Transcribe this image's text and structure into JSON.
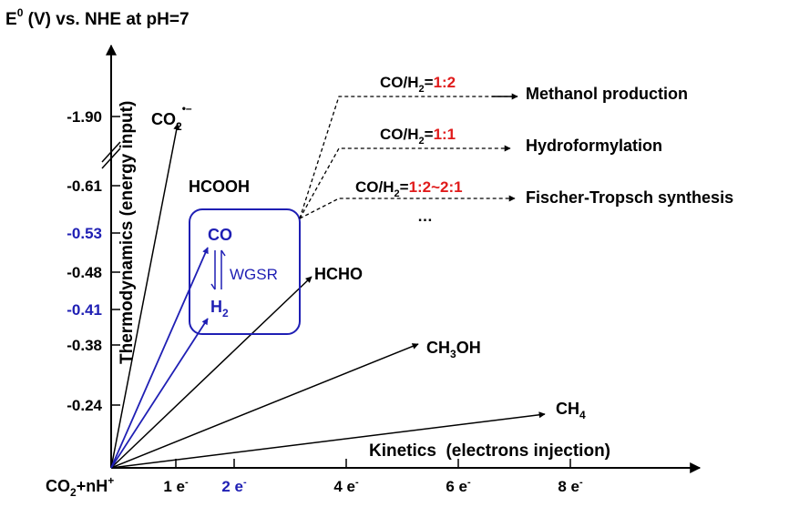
{
  "colors": {
    "black": "#000000",
    "blue": "#1f1fb4",
    "red": "#e01b1b"
  },
  "y_axis": {
    "title_main": "E",
    "title_sup": "0",
    "title_rest": " (V) vs. NHE at pH=7",
    "side_label": "Thermodynamics (energy input)",
    "ticks": [
      {
        "label": "-1.90",
        "color": "black"
      },
      {
        "label": "-0.61",
        "color": "black"
      },
      {
        "label": "-0.53",
        "color": "blue"
      },
      {
        "label": "-0.48",
        "color": "black"
      },
      {
        "label": "-0.41",
        "color": "blue"
      },
      {
        "label": "-0.38",
        "color": "black"
      },
      {
        "label": "-0.24",
        "color": "black"
      }
    ]
  },
  "x_axis": {
    "title": "Kinetics  (electrons injection)",
    "origin_main": "CO",
    "origin_sub": "2",
    "origin_rest": "+nH",
    "origin_sup": "+",
    "ticks": [
      {
        "num": "1",
        "color": "black"
      },
      {
        "num": "2",
        "color": "blue"
      },
      {
        "num": "4",
        "color": "black"
      },
      {
        "num": "6",
        "color": "black"
      },
      {
        "num": "8",
        "color": "black"
      }
    ],
    "tick_unit": " e",
    "tick_sup": "-"
  },
  "products": {
    "co2_radical": {
      "main": "CO",
      "sub": "2",
      "sup": "•–"
    },
    "hcooh": "HCOOH",
    "co": "CO",
    "h2": {
      "main": "H",
      "sub": "2"
    },
    "wgsr": "WGSR",
    "hcho": "HCHO",
    "ch3oh": {
      "a": "CH",
      "sub": "3",
      "b": "OH"
    },
    "ch4": {
      "main": "CH",
      "sub": "4"
    }
  },
  "routes": [
    {
      "ratio_prefix": "CO/H",
      "ratio_sub": "2",
      "ratio_eq": "=",
      "ratio_value": "1:2",
      "target": "Methanol production"
    },
    {
      "ratio_prefix": "CO/H",
      "ratio_sub": "2",
      "ratio_eq": "=",
      "ratio_value": "1:1",
      "target": "Hydroformylation"
    },
    {
      "ratio_prefix": "CO/H",
      "ratio_sub": "2",
      "ratio_eq": "=",
      "ratio_value": "1:2~2:1",
      "target": "Fischer-Tropsch synthesis"
    }
  ],
  "more_routes": "…"
}
